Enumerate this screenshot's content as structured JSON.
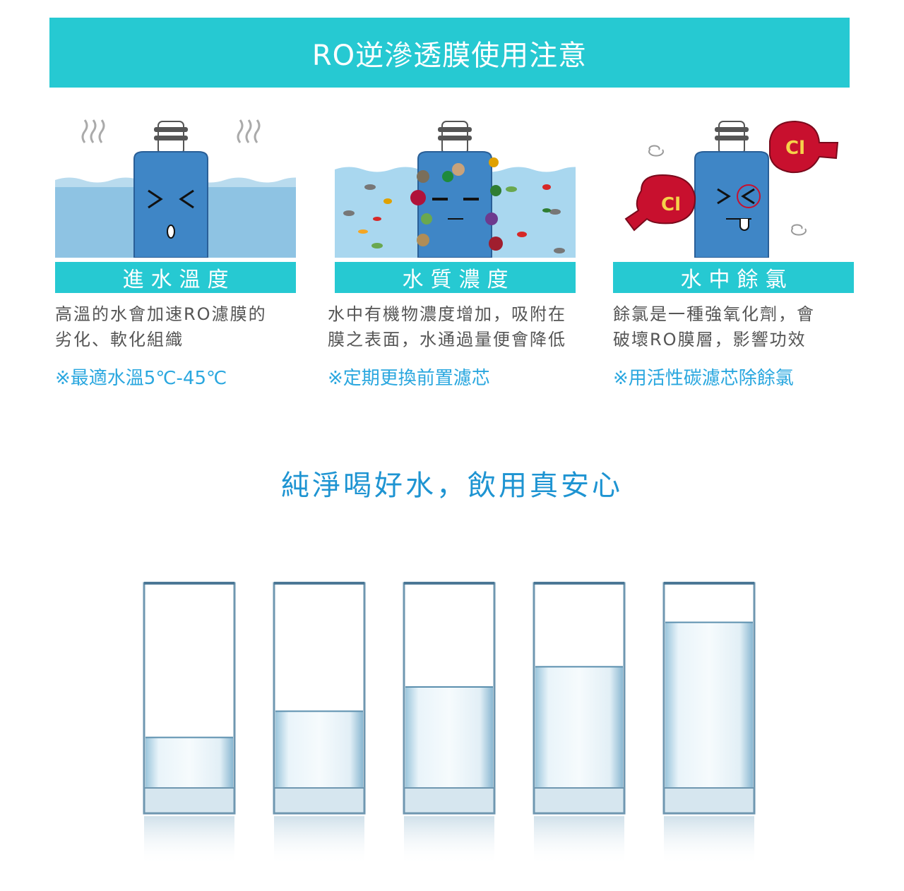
{
  "banner": {
    "title": "RO逆滲透膜使用注意"
  },
  "sections": [
    {
      "caption": "進水溫度",
      "desc_line1": "高溫的水會加速RO濾膜的",
      "desc_line2": "劣化、軟化組織",
      "tip": "※最適水溫5℃-45℃"
    },
    {
      "caption": "水質濃度",
      "desc_line1": "水中有機物濃度增加，吸附在",
      "desc_line2": "膜之表面，水通過量便會降低",
      "tip": "※定期更換前置濾芯"
    },
    {
      "caption": "水中餘氯",
      "desc_line1": "餘氯是一種強氧化劑，會",
      "desc_line2": "破壞RO膜層，影響功效",
      "tip": "※用活性碳濾芯除餘氯"
    }
  ],
  "glove_label": "Cl",
  "slogan": "純淨喝好水，飲用真安心",
  "glass_levels": [
    0.25,
    0.38,
    0.5,
    0.6,
    0.82
  ],
  "colors": {
    "accent": "#26c9d2",
    "tip": "#2aa7df",
    "slogan": "#1e94d2",
    "cartridge": "#3f86c6",
    "glove": "#c8102e"
  }
}
